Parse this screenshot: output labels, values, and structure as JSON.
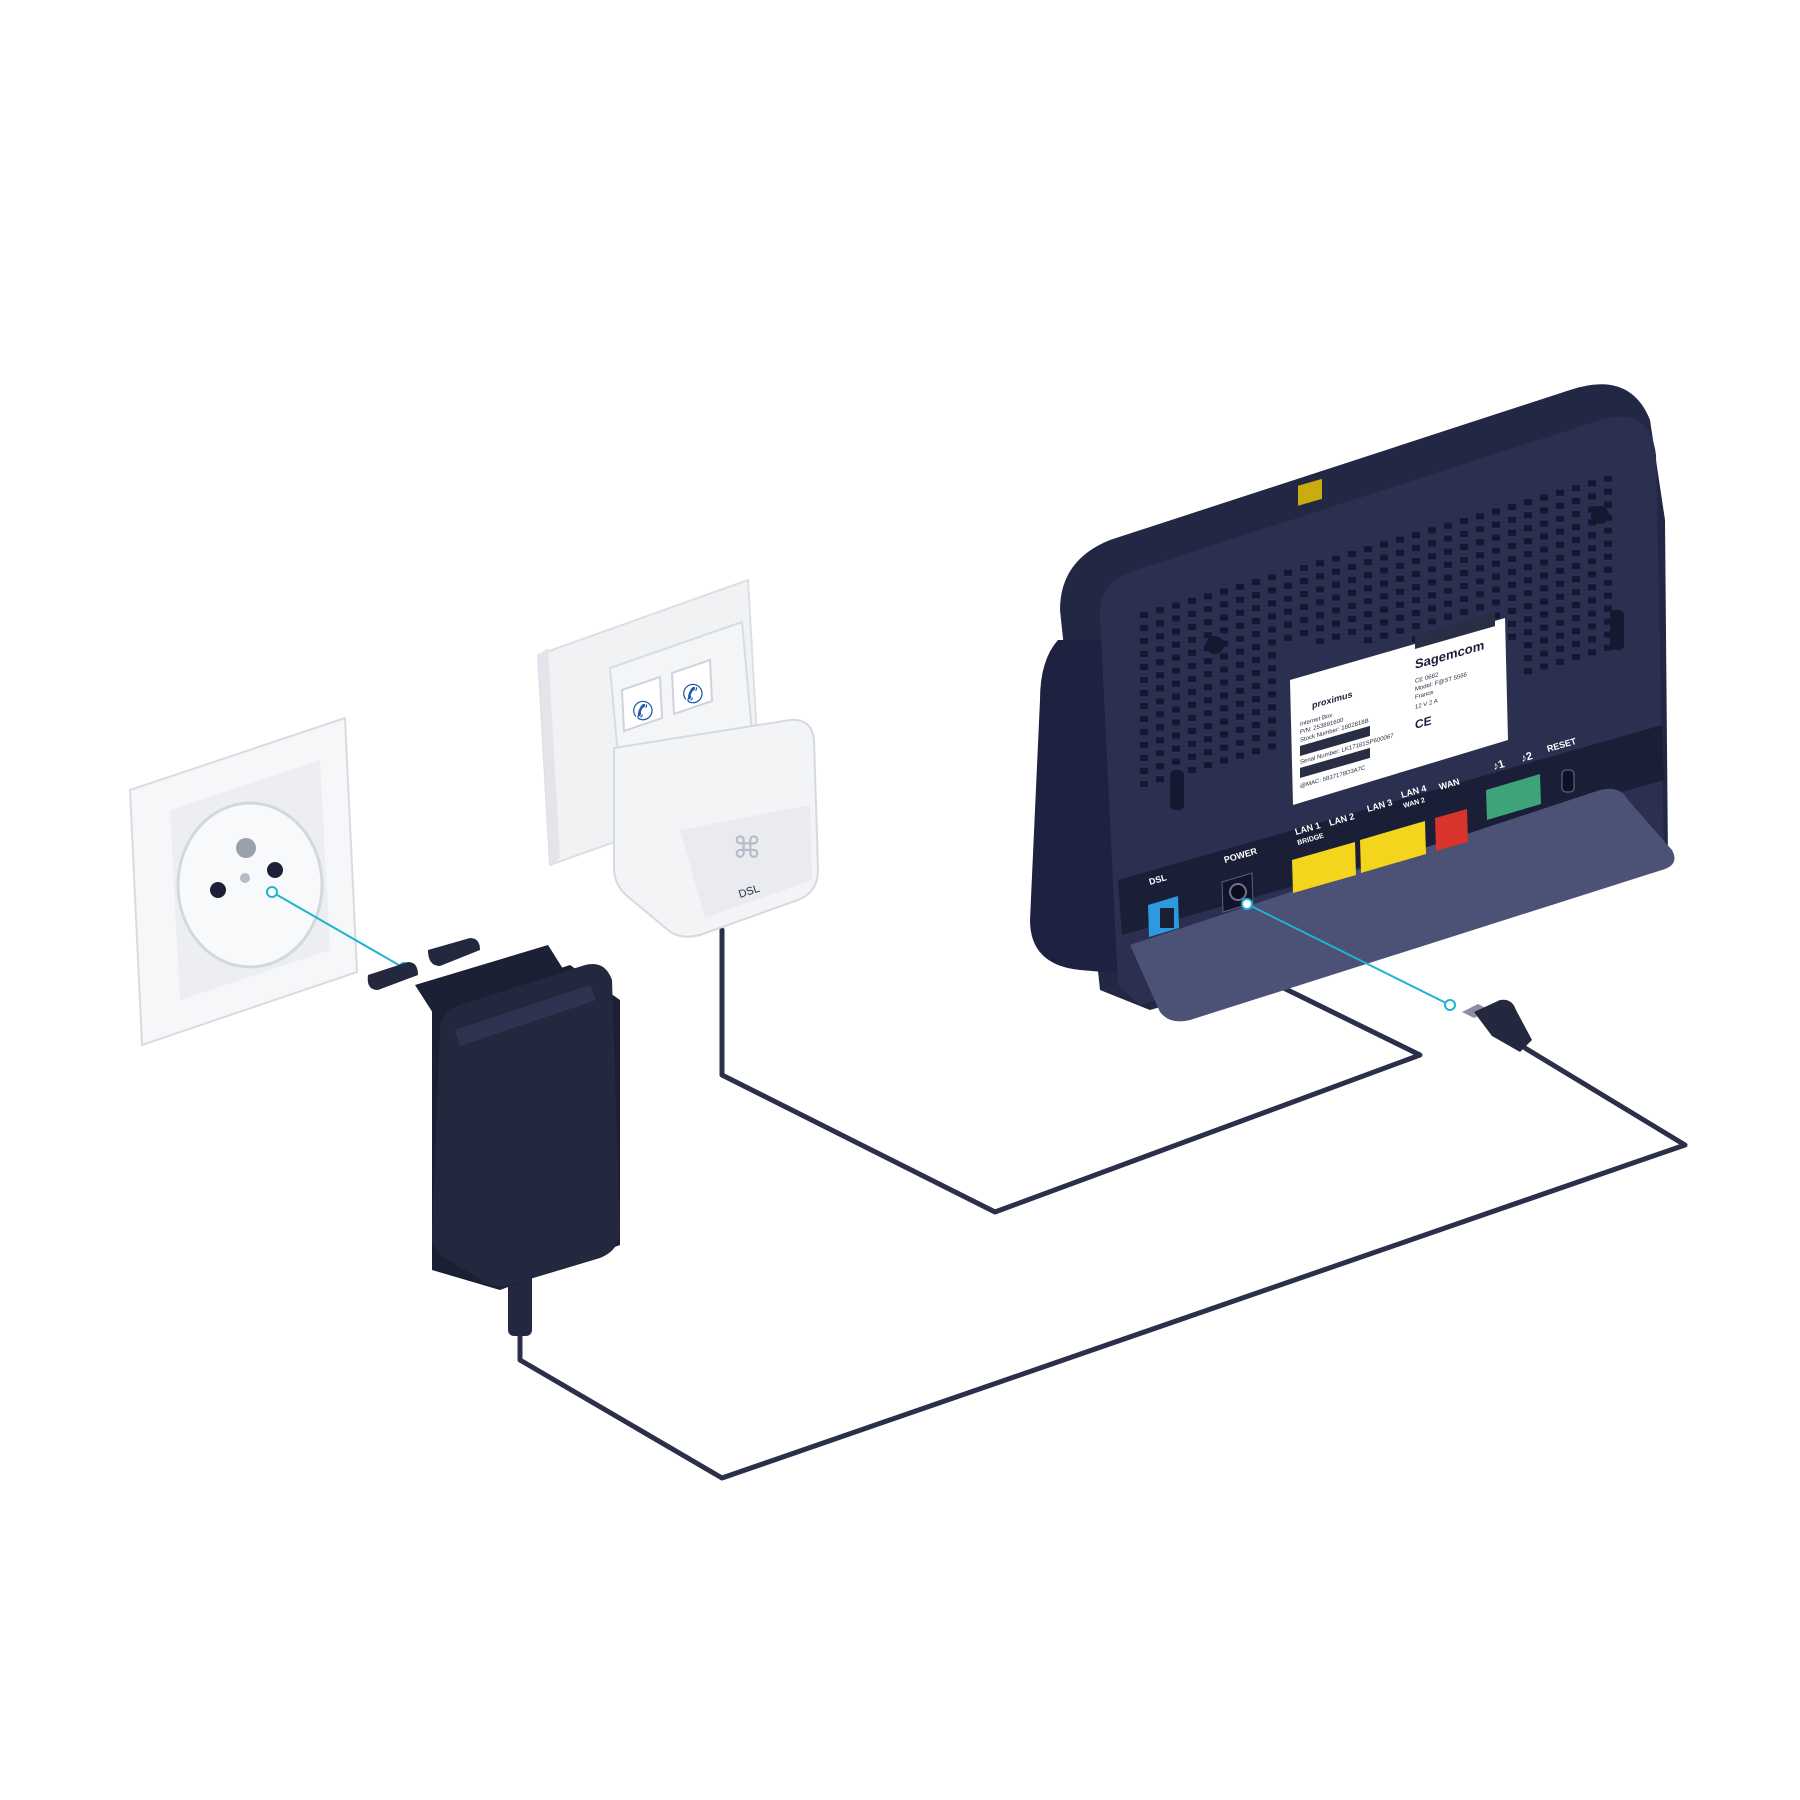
{
  "colors": {
    "router_body": "#2b3050",
    "router_dark": "#1e2240",
    "router_stand": "#4c5276",
    "adapter_body": "#24283f",
    "cable": "#2b2f4a",
    "socket_white": "#f6f7f9",
    "filter_white": "#f3f4f6",
    "guide_line": "#1fb3d1",
    "port_dsl": "#2b9ae0",
    "port_lan": "#f2d51c",
    "port_wan": "#d9342b",
    "port_phone": "#3fa37a",
    "phone_icon": "#1f5aa8"
  },
  "router": {
    "port_labels": {
      "dsl": "DSL",
      "power": "POWER",
      "lan1": "LAN 1",
      "lan1_sub": "BRIDGE",
      "lan2": "LAN 2",
      "lan3": "LAN 3",
      "lan4": "LAN 4",
      "lan4_sub": "WAN 2",
      "wan": "WAN",
      "phone1": "♪1",
      "phone2": "♪2",
      "reset": "RESET"
    },
    "sticker": {
      "brand_left": "proximus",
      "brand_right": "Sagemcom",
      "left_lines": [
        "Internet Box",
        "P/N: 253891600",
        "Stock Number: 1802818B",
        "Serial Number: LK17181SP600067",
        "@MAC: 5837178D3A7C"
      ],
      "right_lines": [
        "CE 0682",
        "Model: F@ST 5566",
        "France",
        "12 V 2 A"
      ],
      "ce_mark": "CE"
    }
  },
  "filter": {
    "port_label": "DSL",
    "phone_icons": [
      "phone-icon",
      "phone-icon"
    ],
    "logo_icon": "proximus-logo-icon"
  },
  "socket": {
    "type": "wall-power-socket"
  },
  "adapter": {
    "type": "power-adapter"
  }
}
